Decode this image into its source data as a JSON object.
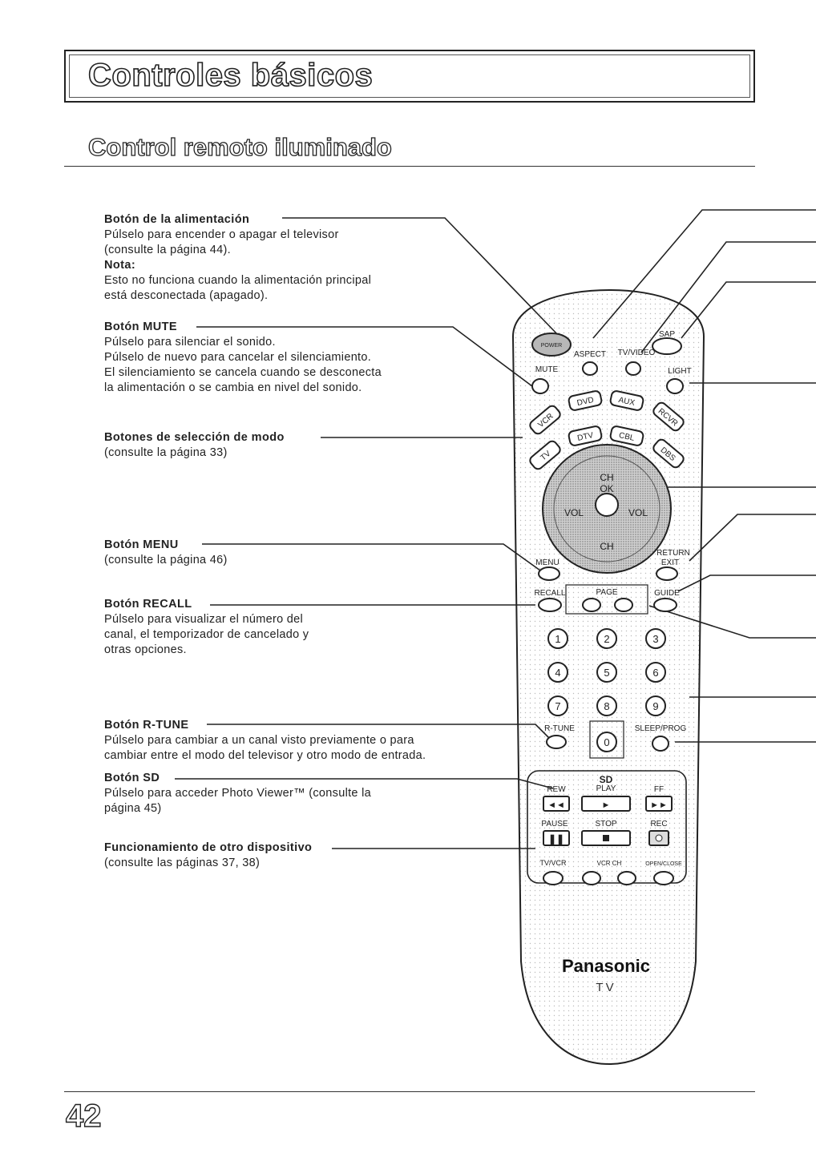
{
  "header": {
    "title": "Controles básicos"
  },
  "section": {
    "title": "Control remoto iluminado"
  },
  "callouts": [
    {
      "heading": "Botón de la alimentación",
      "lines": [
        "Púlselo para encender o apagar el televisor",
        "(consulte la página 44)."
      ],
      "note_label": "Nota:",
      "note_lines": [
        "Esto no funciona cuando la alimentación principal",
        "está desconectada (apagado)."
      ]
    },
    {
      "heading": "Botón MUTE",
      "lines": [
        "Púlselo para silenciar el sonido.",
        "Púlselo de nuevo para cancelar el silenciamiento.",
        "El silenciamiento se cancela cuando se desconecta",
        "la alimentación o se cambia en nivel del sonido."
      ]
    },
    {
      "heading": "Botones de selección de modo",
      "lines": [
        "(consulte la página 33)"
      ]
    },
    {
      "heading": "Botón MENU",
      "lines": [
        "(consulte la página 46)"
      ]
    },
    {
      "heading": "Botón RECALL",
      "lines": [
        "Púlselo para visualizar el número del",
        "canal, el temporizador de cancelado y",
        "otras opciones."
      ]
    },
    {
      "heading": "Botón R-TUNE",
      "lines": [
        "Púlselo para cambiar a un canal visto previamente o para",
        "cambiar entre el modo del televisor y otro modo de entrada."
      ]
    },
    {
      "heading": "Botón SD",
      "lines": [
        "Púlselo para acceder Photo Viewer™ (consulte la",
        "página 45)"
      ]
    },
    {
      "heading": "Funcionamiento de otro dispositivo",
      "lines": [
        "(consulte las páginas 37, 38)"
      ]
    }
  ],
  "remote": {
    "power": "POWER",
    "aspect": "ASPECT",
    "tv_video": "TV/VIDEO",
    "sap": "SAP",
    "mute": "MUTE",
    "light": "LIGHT",
    "modes": [
      "VCR",
      "DVD",
      "AUX",
      "RCVR",
      "TV",
      "DTV",
      "CBL",
      "DBS"
    ],
    "ch": "CH",
    "ok": "OK",
    "vol": "VOL",
    "menu": "MENU",
    "return": "RETURN",
    "exit": "EXIT",
    "recall": "RECALL",
    "page": "PAGE",
    "guide": "GUIDE",
    "digits": [
      "1",
      "2",
      "3",
      "4",
      "5",
      "6",
      "7",
      "8",
      "9",
      "0"
    ],
    "r_tune": "R-TUNE",
    "sleep_prog": "SLEEP/PROG",
    "rew": "REW",
    "play": "PLAY",
    "ff": "FF",
    "pause": "PAUSE",
    "stop": "STOP",
    "rec": "REC",
    "tv_vcr": "TV/VCR",
    "vcr_ch": "VCR CH",
    "open_close": "OPEN/CLOSE",
    "brand": "Panasonic",
    "brand_sub": "TV"
  },
  "page_number": "42"
}
